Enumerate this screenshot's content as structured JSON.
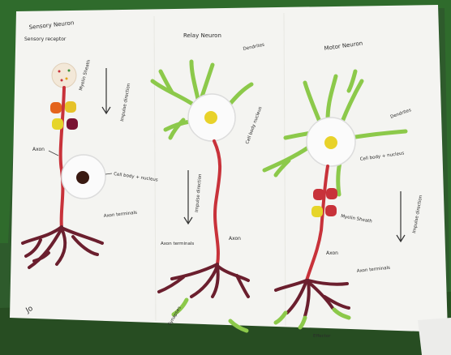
{
  "photo": {
    "subject": "Hand-drawn poster of three candy neuron models on white paper over a green table",
    "colors": {
      "table": "#2f6b2c",
      "paper": "#f4f4f1",
      "axon_red": "#c8323a",
      "dendrite_green": "#8cc94a",
      "terminal_maroon": "#6b1f2e",
      "ink": "#2b2b2b"
    }
  },
  "neurons": {
    "sensory": {
      "title": "Sensory Neuron",
      "labels": {
        "receptor": "Sensory receptor",
        "myelin": "Myelin Sheath",
        "direction": "Impulse direction",
        "axon": "Axon",
        "cell_body": "Cell body + nucleus",
        "terminals": "Axon terminals"
      }
    },
    "relay": {
      "title": "Relay Neuron",
      "labels": {
        "dendrites": "Dendrites",
        "cell_body": "Cell body nucleus",
        "direction": "Impulse direction",
        "terminals": "Axon terminals",
        "axon": "Axon",
        "synapses": "Synapses"
      }
    },
    "motor": {
      "title": "Motor Neuron",
      "labels": {
        "dendrites": "Dendrites",
        "cell_body": "Cell body + nucleus",
        "direction": "Impulse direction",
        "myelin": "Myelin Sheath",
        "axon": "Axon",
        "terminals": "Axon terminals",
        "effector": "Effector"
      }
    }
  },
  "signature": "Jo"
}
